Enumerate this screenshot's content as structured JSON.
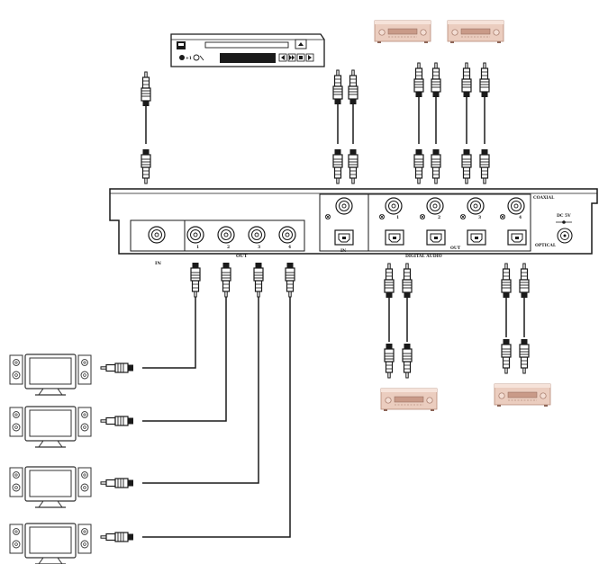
{
  "device": {
    "coaxial_label": "COAXIAL",
    "optical_label": "OPTICAL",
    "digital_audio_label": "DIGITAL AUDIO",
    "power_label": "DC 5V",
    "video_in_label": "IN",
    "video_out_label": "OUT",
    "audio_in_label": "IN",
    "audio_out_label": "OUT",
    "video_out_ports": [
      "1",
      "2",
      "3",
      "4"
    ],
    "audio_out_ports": [
      "1",
      "2",
      "3",
      "4"
    ]
  },
  "icons": {
    "source": "dvd-player-icon",
    "audio_receiver": "amplifier-icon",
    "display": "tv-monitor-icon",
    "cable": "rca-plug-icon"
  },
  "colors": {
    "line": "#1a1a1a",
    "amplifier_body": "#e9c7b7",
    "amplifier_face": "#d9a894",
    "device_fill": "#ffffff"
  }
}
